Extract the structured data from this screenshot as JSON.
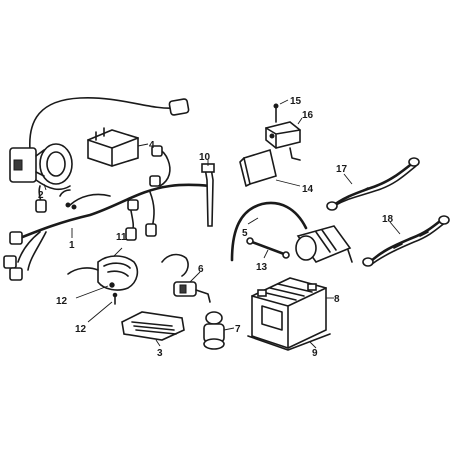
{
  "callouts": [
    {
      "id": "c1",
      "label": "1"
    },
    {
      "id": "c2",
      "label": "2"
    },
    {
      "id": "c3",
      "label": "3"
    },
    {
      "id": "c4",
      "label": "4"
    },
    {
      "id": "c5",
      "label": "5"
    },
    {
      "id": "c6",
      "label": "6"
    },
    {
      "id": "c7",
      "label": "7"
    },
    {
      "id": "c8",
      "label": "8"
    },
    {
      "id": "c9",
      "label": "9"
    },
    {
      "id": "c10",
      "label": "10"
    },
    {
      "id": "c11",
      "label": "11"
    },
    {
      "id": "c12a",
      "label": "12"
    },
    {
      "id": "c12b",
      "label": "12"
    },
    {
      "id": "c13",
      "label": "13"
    },
    {
      "id": "c14",
      "label": "14"
    },
    {
      "id": "c15",
      "label": "15"
    },
    {
      "id": "c16",
      "label": "16"
    },
    {
      "id": "c17",
      "label": "17"
    },
    {
      "id": "c18",
      "label": "18"
    }
  ]
}
